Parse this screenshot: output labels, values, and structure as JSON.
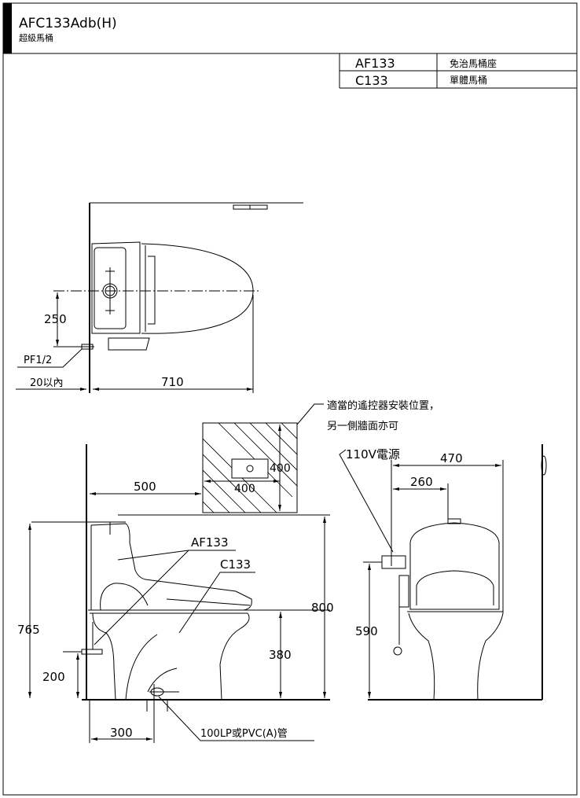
{
  "header": {
    "model": "AFC133Adb(H)",
    "subtitle": "超級馬桶"
  },
  "parts_table": [
    {
      "code": "AF133",
      "name": "免治馬桶座"
    },
    {
      "code": "C133",
      "name": "單體馬桶"
    }
  ],
  "top_view": {
    "dim_250": "250",
    "dim_710": "710",
    "label_pf": "PF1/2",
    "label_within": "20以內"
  },
  "remote_panel": {
    "note_line1": "適當的遙控器安裝位置，",
    "note_line2": "另一側牆面亦可",
    "dim_width": "400",
    "dim_height": "400",
    "dim_500": "500"
  },
  "side_view": {
    "label_af": "AF133",
    "label_c": "C133",
    "dim_765": "765",
    "dim_200": "200",
    "dim_800": "800",
    "dim_380": "380",
    "dim_300": "300",
    "pipe_label": "100LP或PVC(A)管"
  },
  "front_view": {
    "power_label": "110V電源",
    "dim_470": "470",
    "dim_260": "260",
    "dim_590": "590"
  }
}
